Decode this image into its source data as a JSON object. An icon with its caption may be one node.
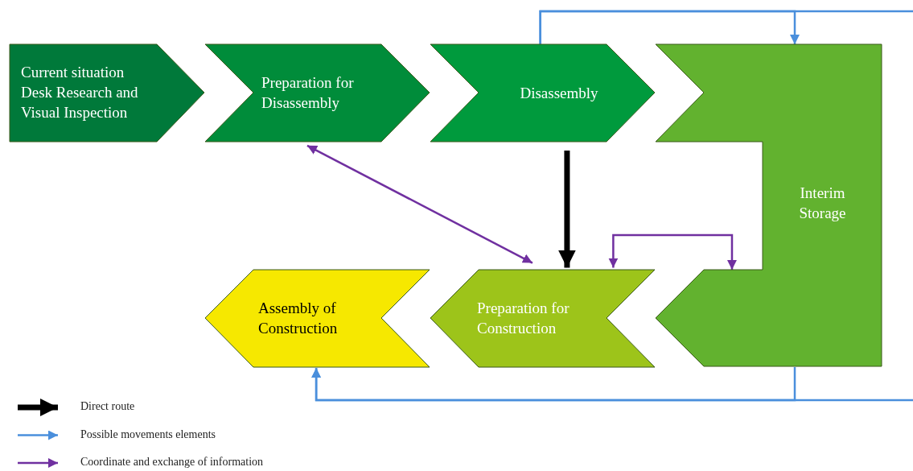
{
  "diagram": {
    "nodes": [
      {
        "text": [
          "Current situation",
          "Desk Research and Visual Inspection"
        ]
      },
      {
        "text": [
          "Preparation for Disassembly"
        ]
      },
      {
        "text": [
          "Disassembly"
        ]
      },
      {
        "text": [
          "Interim Storage"
        ]
      },
      {
        "text": [
          "Assembly of Construction"
        ]
      },
      {
        "text": [
          "Preparation for Construction"
        ]
      }
    ],
    "edges": [
      {
        "from": 2,
        "to": 3,
        "arrow": "to"
      },
      {
        "from": 2,
        "to": null,
        "arrow": "none"
      },
      {
        "from": 3,
        "to": 4,
        "arrow": "to"
      },
      {
        "from": null,
        "to": 4,
        "arrow": "to"
      },
      {
        "from": 2,
        "to": 5,
        "arrow": "to",
        "style": "thick",
        "color": "#000000"
      },
      {
        "from": 1,
        "to": 5,
        "arrow": "both",
        "color": "#7030a0"
      },
      {
        "from": 5,
        "to": 3,
        "arrow": "both",
        "color": "#7030a0"
      }
    ],
    "legend": [
      {
        "text": "Direct route"
      },
      {
        "text": "Possible movements elements"
      },
      {
        "text": "Coordinate and exchange of information"
      }
    ]
  }
}
